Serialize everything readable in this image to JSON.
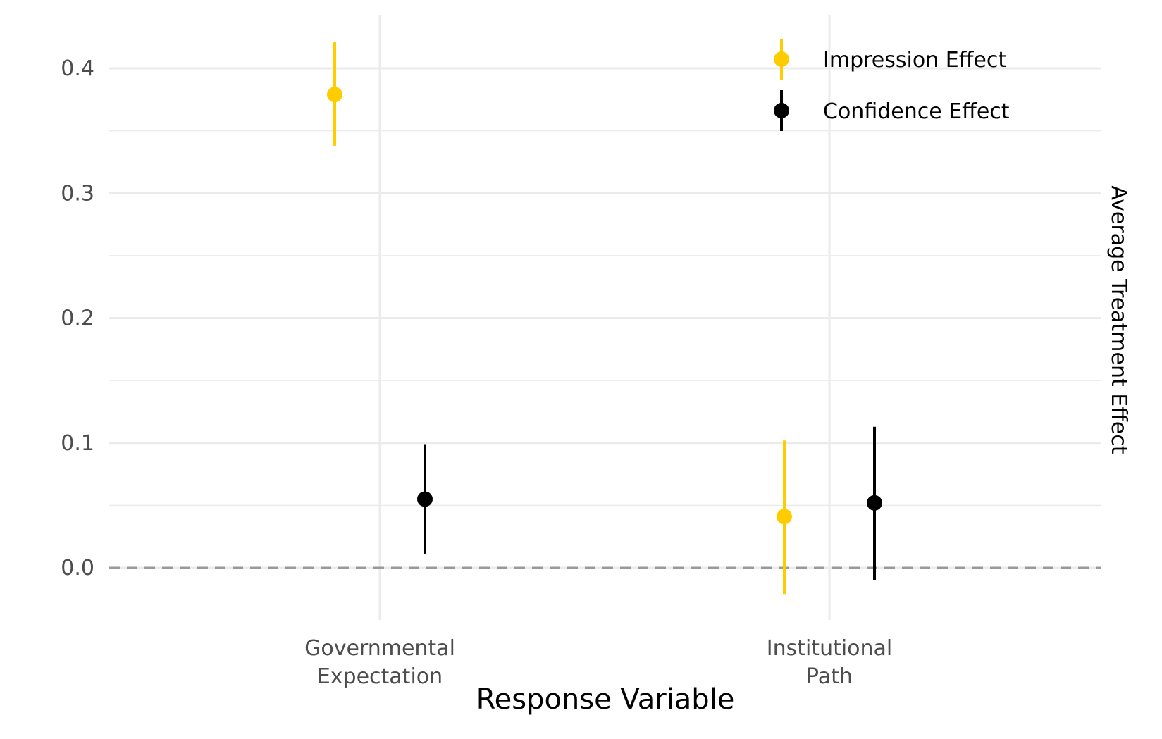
{
  "chart_data": {
    "type": "scatter",
    "title": "",
    "xlabel": "Response Variable",
    "ylabel": "Average Treatment Effect",
    "categories": [
      [
        "Governmental",
        "Expectation"
      ],
      [
        "Institutional",
        "Path"
      ]
    ],
    "ylim": [
      -0.043,
      0.443
    ],
    "yticks": [
      0.0,
      0.1,
      0.2,
      0.3,
      0.4
    ],
    "ytick_labels": [
      "0.0",
      "0.1",
      "0.2",
      "0.3",
      "0.4"
    ],
    "grid": true,
    "reference_line": {
      "y": 0.0,
      "style": "dashed",
      "color": "#999999"
    },
    "legend_position": "top-right",
    "series": [
      {
        "name": "Impression Effect",
        "color": "#FFCC00",
        "values": [
          0.379,
          0.041
        ],
        "lower": [
          0.338,
          -0.021
        ],
        "upper": [
          0.421,
          0.102
        ]
      },
      {
        "name": "Confidence Effect",
        "color": "#000000",
        "values": [
          0.055,
          0.052
        ],
        "lower": [
          0.011,
          -0.01
        ],
        "upper": [
          0.099,
          0.113
        ]
      }
    ]
  }
}
